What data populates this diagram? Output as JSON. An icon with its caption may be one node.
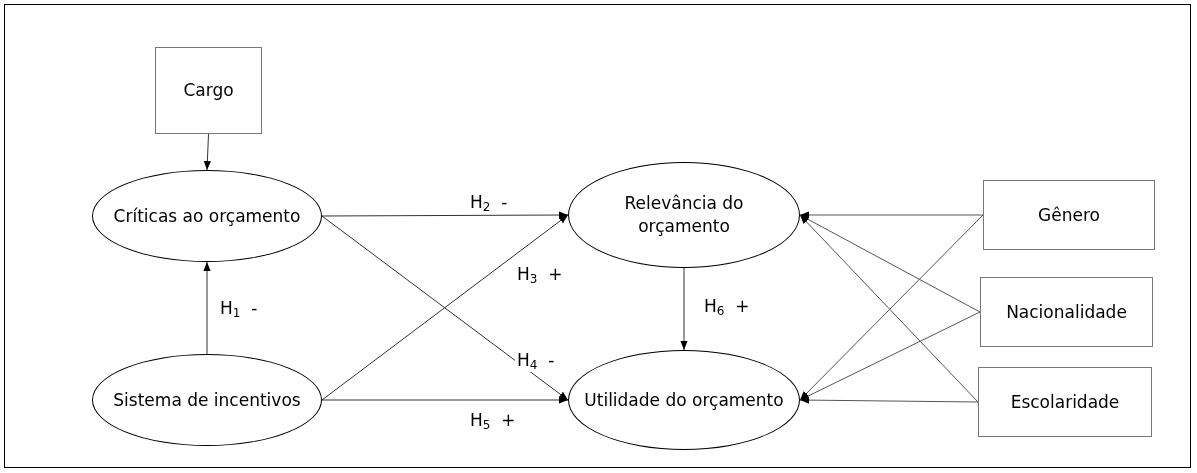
{
  "diagram": {
    "nodes": [
      {
        "text": [
          "Cargo"
        ]
      },
      {
        "text": [
          "Críticas ao orçamento"
        ]
      },
      {
        "text": [
          "Sistema de incentivos"
        ]
      },
      {
        "text": [
          "Relevância do orçamento"
        ]
      },
      {
        "text": [
          "Utilidade do orçamento"
        ]
      },
      {
        "text": [
          "Gênero"
        ]
      },
      {
        "text": [
          "Nacionalidade"
        ]
      },
      {
        "text": [
          "Escolaridade"
        ]
      }
    ],
    "edges": [
      {
        "from": 0,
        "to": 1,
        "arrow": "to"
      },
      {
        "from": 2,
        "to": 1,
        "arrow": "to",
        "label": "H$_{1}$  -"
      },
      {
        "from": 1,
        "to": 3,
        "arrow": "to",
        "label": "H$_{2}$  -"
      },
      {
        "from": 2,
        "to": 3,
        "arrow": "to",
        "label": "H$_{3}$  +"
      },
      {
        "from": 1,
        "to": 4,
        "arrow": "to",
        "label": "H$_{4}$  -"
      },
      {
        "from": 2,
        "to": 4,
        "arrow": "to",
        "label": "H$_{5}$  +"
      },
      {
        "from": 3,
        "to": 4,
        "arrow": "to",
        "label": "H$_{6}$  +"
      },
      {
        "from": 5,
        "to": 3,
        "arrow": "to"
      },
      {
        "from": 5,
        "to": 4,
        "arrow": "to"
      },
      {
        "from": 6,
        "to": 3,
        "arrow": "to"
      },
      {
        "from": 6,
        "to": 4,
        "arrow": "to"
      },
      {
        "from": 7,
        "to": 3,
        "arrow": "to"
      },
      {
        "from": 7,
        "to": 4,
        "arrow": "to"
      }
    ]
  }
}
